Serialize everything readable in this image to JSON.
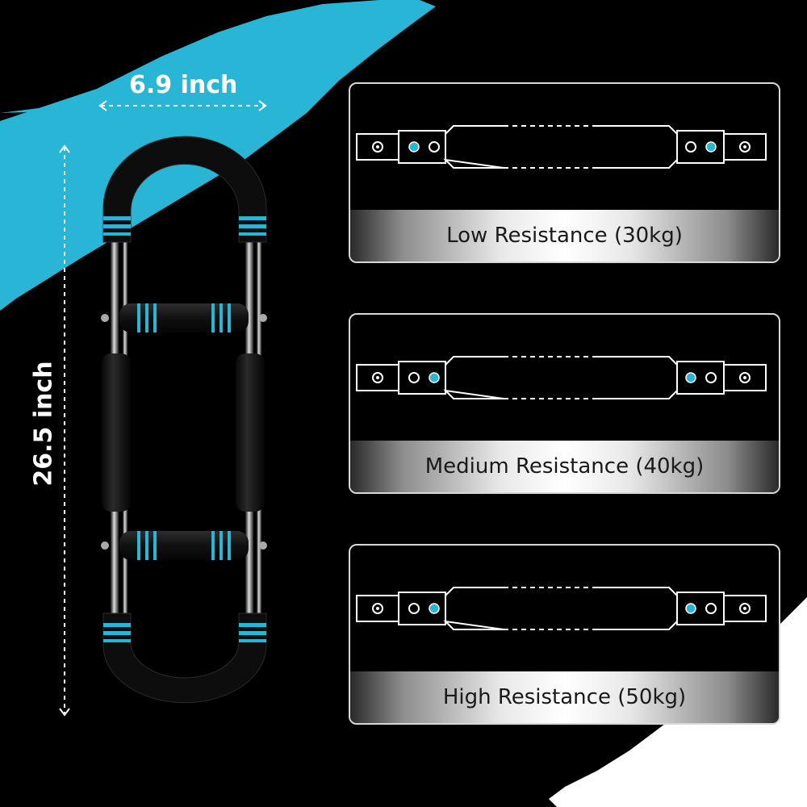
{
  "dimensions": {
    "width_label": "6.9 inch",
    "height_label": "26.5 inch"
  },
  "colors": {
    "accent": "#29b6d6",
    "background": "#000000",
    "caption_text": "#1a1a1a"
  },
  "product": {
    "name_icon": "arm-strength-exerciser-icon"
  },
  "settings": [
    {
      "label": "Low Resistance (30kg)",
      "active_hole": "inner"
    },
    {
      "label": "Medium Resistance (40kg)",
      "active_hole": "outer"
    },
    {
      "label": "High Resistance (50kg)",
      "active_hole": "outer"
    }
  ]
}
